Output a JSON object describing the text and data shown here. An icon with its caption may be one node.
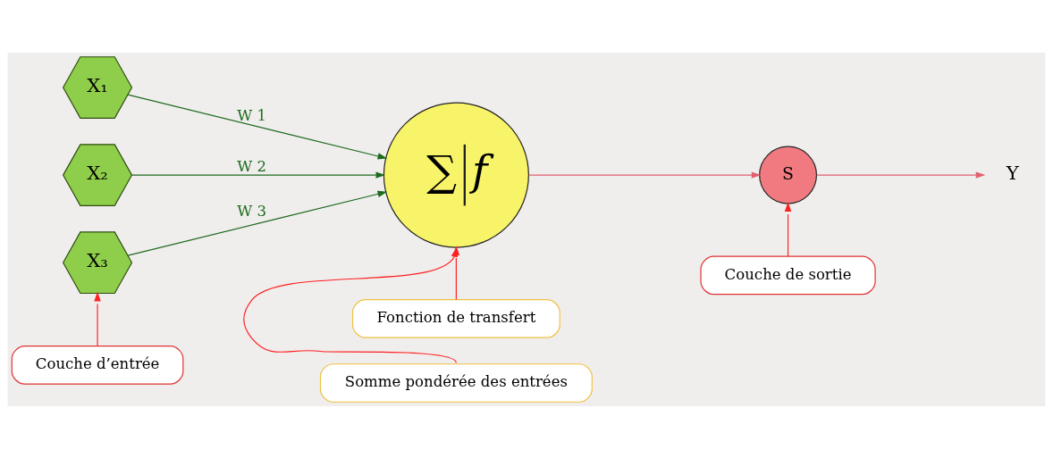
{
  "diagram": {
    "nodes": [
      {
        "text": [
          "X₁"
        ]
      },
      {
        "text": [
          "X₂"
        ]
      },
      {
        "text": [
          "X₃"
        ]
      },
      {
        "text": [
          "∑",
          "f"
        ]
      },
      {
        "text": [
          "S"
        ]
      },
      {
        "text": [
          "Y"
        ]
      },
      {
        "text": [
          "Couche d’entrée"
        ]
      },
      {
        "text": [
          "Somme pondérée des entrées"
        ]
      },
      {
        "text": [
          "Fonction de transfert"
        ]
      },
      {
        "text": [
          "Couche de sortie"
        ]
      }
    ],
    "edges": [
      {
        "from": 0,
        "to": 3,
        "arrow": "to",
        "label": "W 1",
        "color": "#1e6b1e"
      },
      {
        "from": 1,
        "to": 3,
        "arrow": "to",
        "label": "W 2",
        "color": "#1e6b1e"
      },
      {
        "from": 2,
        "to": 3,
        "arrow": "to",
        "label": "W 3",
        "color": "#1e6b1e"
      },
      {
        "from": 3,
        "to": 4,
        "arrow": "to",
        "color": "#e06070"
      },
      {
        "from": 4,
        "to": 5,
        "arrow": "to",
        "color": "#e06070"
      },
      {
        "from": 6,
        "to": 2,
        "arrow": "to"
      },
      {
        "from": 7,
        "to": 3,
        "arrow": "to"
      },
      {
        "from": 8,
        "to": 3,
        "arrow": "to"
      },
      {
        "from": 9,
        "to": 4,
        "arrow": "to"
      }
    ]
  }
}
